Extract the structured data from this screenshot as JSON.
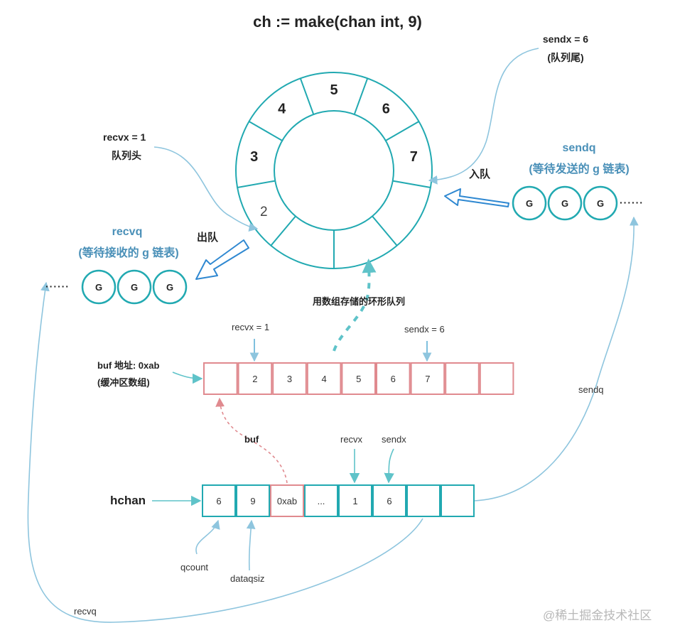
{
  "title": "ch := make(chan int, 9)",
  "colors": {
    "teal": "#21a9b1",
    "pink": "#e08a8f",
    "blue_arrow": "#2f88d1",
    "curve": "#8ec5de",
    "heading": "#4a90b8"
  },
  "ring": {
    "segments": [
      {
        "label": "5",
        "bold": true
      },
      {
        "label": "6",
        "bold": true
      },
      {
        "label": "7",
        "bold": true
      },
      {
        "label": "",
        "bold": false
      },
      {
        "label": "",
        "bold": false
      },
      {
        "label": "",
        "bold": false
      },
      {
        "label": "2",
        "bold": false
      },
      {
        "label": "3",
        "bold": true
      },
      {
        "label": "4",
        "bold": true
      }
    ]
  },
  "annotations": {
    "sendx_top": "sendx = 6",
    "sendx_top_sub": "(队列尾)",
    "recvx_left": "recvx = 1",
    "recvx_left_sub": "队列头",
    "enqueue": "入队",
    "dequeue": "出队",
    "ring_caption": "用数组存储的环形队列"
  },
  "sendq": {
    "title": "sendq",
    "subtitle": "(等待发送的 g 链表)",
    "nodes": [
      "G",
      "G",
      "G"
    ],
    "ellipsis": "······"
  },
  "recvq": {
    "title": "recvq",
    "subtitle": "(等待接收的 g 链表)",
    "nodes": [
      "G",
      "G",
      "G"
    ],
    "ellipsis": "······"
  },
  "buf_array": {
    "label": "buf 地址: 0xab",
    "label_sub": "(缓冲区数组)",
    "cells": [
      "",
      "2",
      "3",
      "4",
      "5",
      "6",
      "7",
      "",
      ""
    ],
    "recvx_label": "recvx = 1",
    "sendx_label": "sendx = 6"
  },
  "hchan": {
    "label": "hchan",
    "cells": [
      "6",
      "9",
      "0xab",
      "...",
      "1",
      "6",
      "",
      ""
    ],
    "buf_label": "buf",
    "recvx_label": "recvx",
    "sendx_label": "sendx",
    "qcount_label": "qcount",
    "dataqsiz_label": "dataqsiz",
    "sendq_label": "sendq",
    "recvq_label": "recvq"
  },
  "watermark": "@稀土掘金技术社区"
}
